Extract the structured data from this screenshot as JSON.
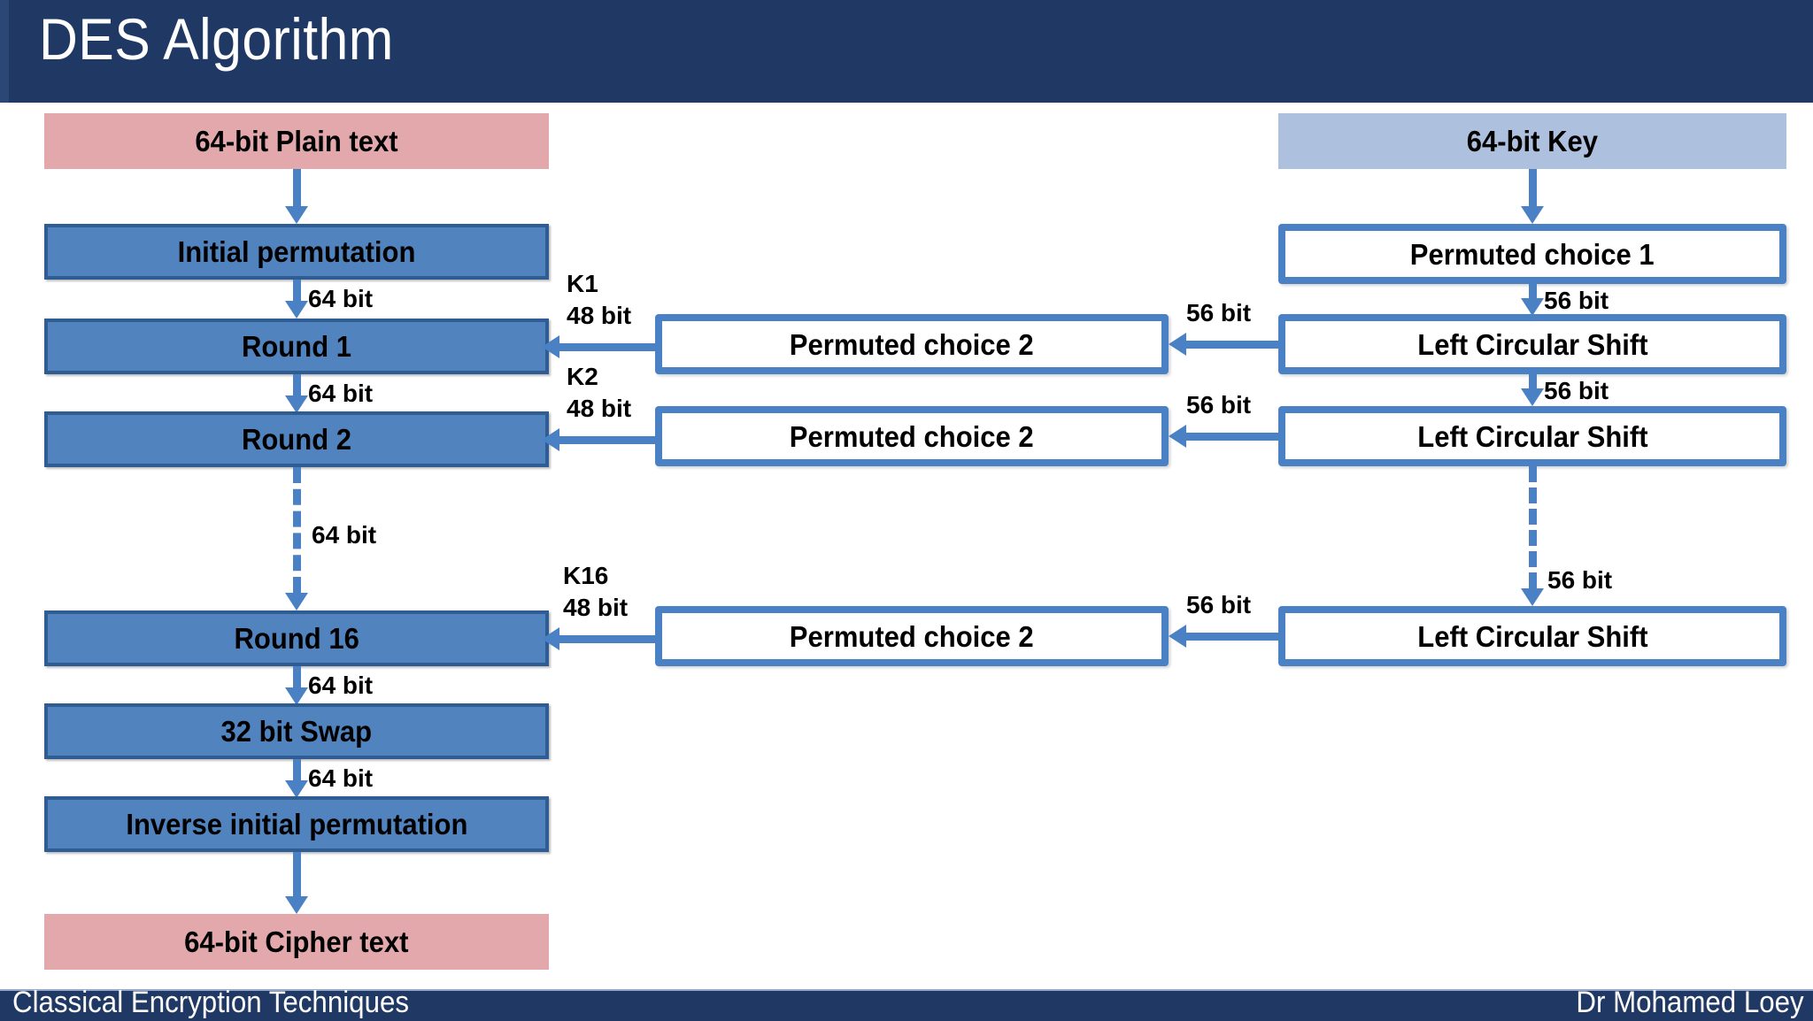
{
  "slide": {
    "title": "DES Algorithm",
    "footer_left": "Classical Encryption Techniques",
    "footer_right": "Dr Mohamed Loey"
  },
  "colors": {
    "header_bar": "#1f3864",
    "plaintext_box": "#e3a8ab",
    "key_box": "#adc0dd",
    "process_box_fill": "#5183bf",
    "process_box_border": "#2f5c93",
    "keysched_box_fill": "#ffffff",
    "keysched_box_border": "#4a81c4",
    "arrow": "#4a81c4",
    "text": "#000000"
  },
  "diagram": {
    "data_path": [
      {
        "id": "plaintext",
        "label": "64-bit Plain text",
        "style": "pink"
      },
      {
        "id": "ip",
        "label": "Initial permutation",
        "style": "blue"
      },
      {
        "id": "round1",
        "label": "Round 1",
        "style": "blue"
      },
      {
        "id": "round2",
        "label": "Round 2",
        "style": "blue"
      },
      {
        "id": "round16",
        "label": "Round 16",
        "style": "blue"
      },
      {
        "id": "swap",
        "label": "32 bit Swap",
        "style": "blue"
      },
      {
        "id": "inverse_ip",
        "label": "Inverse initial permutation",
        "style": "blue"
      },
      {
        "id": "ciphertext",
        "label": "64-bit Cipher text",
        "style": "pink"
      }
    ],
    "key_path": [
      {
        "id": "key",
        "label": "64-bit Key",
        "style": "lightblue"
      },
      {
        "id": "pc1",
        "label": "Permuted choice 1",
        "style": "white"
      },
      {
        "id": "lcs1",
        "label": "Left Circular Shift",
        "style": "white"
      },
      {
        "id": "lcs2",
        "label": "Left Circular Shift",
        "style": "white"
      },
      {
        "id": "lcs16",
        "label": "Left Circular Shift",
        "style": "white"
      }
    ],
    "permuted_choice_2": [
      {
        "id": "pc2_1",
        "label": "Permuted choice 2",
        "style": "white"
      },
      {
        "id": "pc2_2",
        "label": "Permuted choice 2",
        "style": "white"
      },
      {
        "id": "pc2_16",
        "label": "Permuted choice 2",
        "style": "white"
      }
    ],
    "edge_labels": {
      "ip_to_round1": "64 bit",
      "round1_to_round2": "64 bit",
      "round2_to_round16": "64 bit",
      "round16_to_swap": "64 bit",
      "swap_to_invip": "64 bit",
      "pc1_to_lcs1": "56 bit",
      "lcs1_to_lcs2": "56 bit",
      "lcs2_to_lcs16": "56 bit",
      "lcs1_to_pc2_1": "56 bit",
      "lcs2_to_pc2_2": "56 bit",
      "lcs16_to_pc2_16": "56 bit",
      "k1_name": "K1",
      "k1_width": "48 bit",
      "k2_name": "K2",
      "k2_width": "48 bit",
      "k16_name": "K16",
      "k16_width": "48 bit"
    }
  }
}
